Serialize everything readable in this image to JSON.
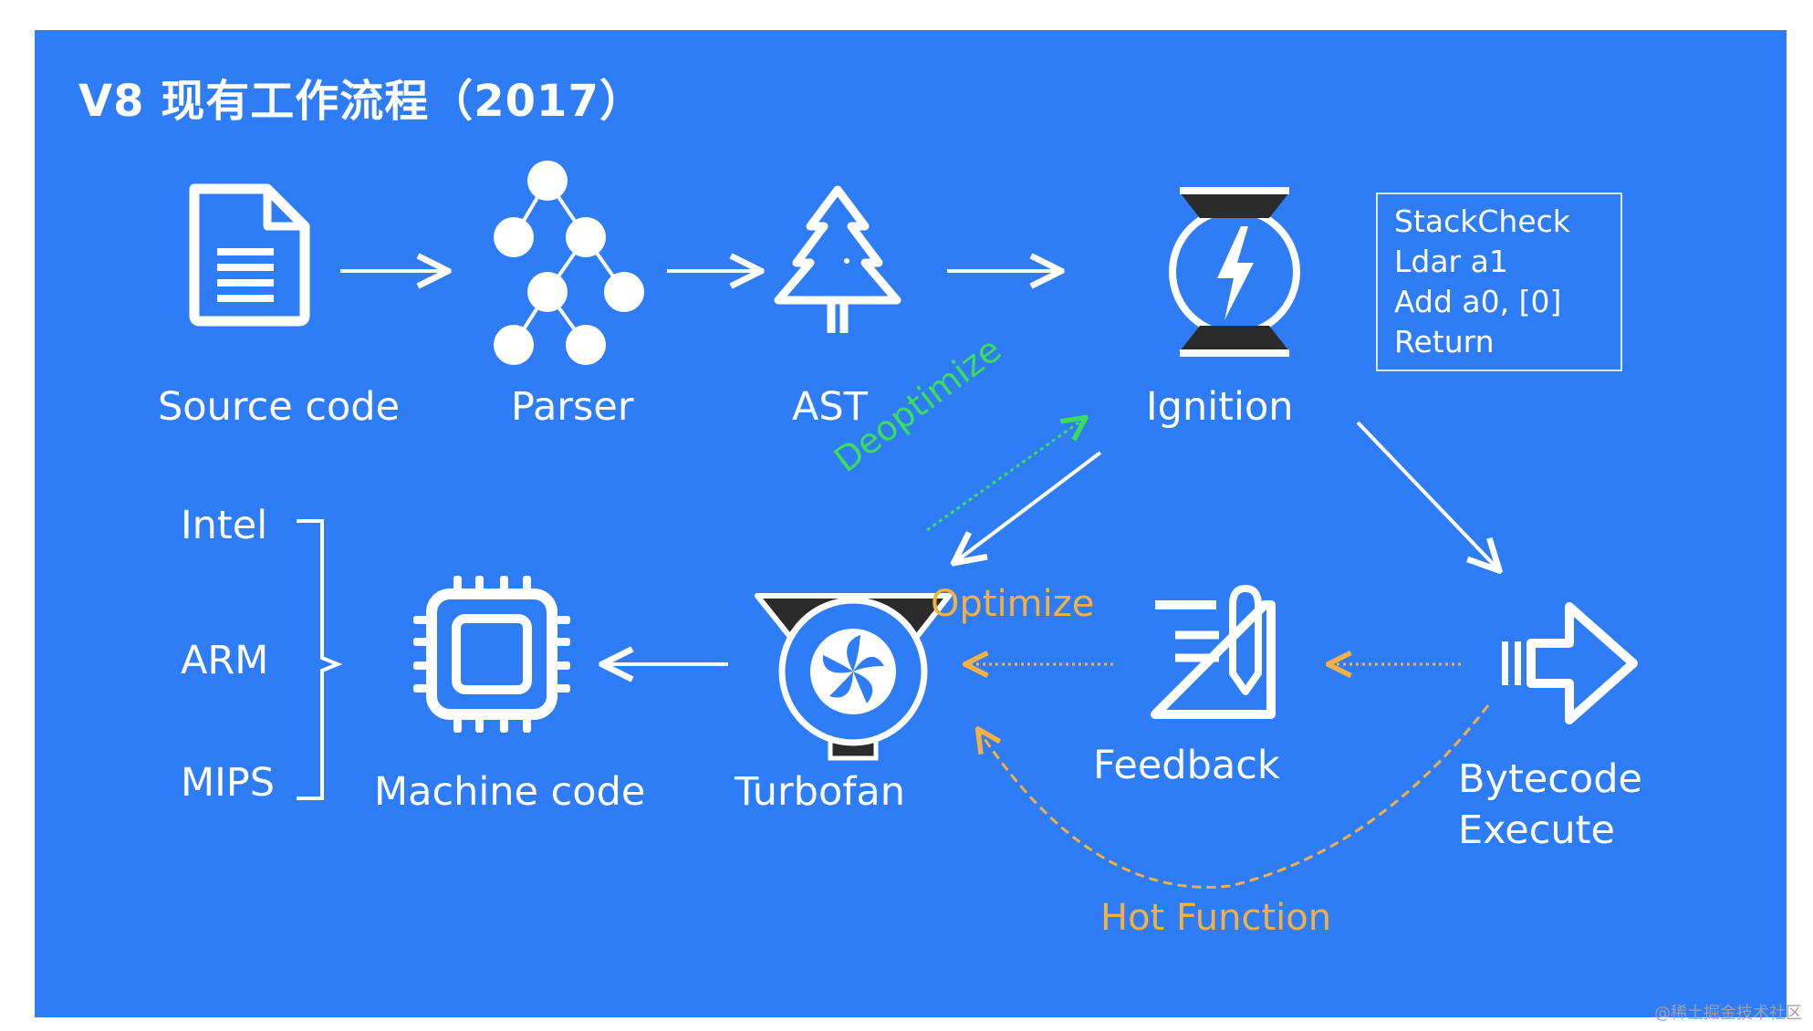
{
  "title": "V8 现有工作流程（2017）",
  "nodes": {
    "source_code": "Source code",
    "parser": "Parser",
    "ast": "AST",
    "ignition": "Ignition",
    "machine_code": "Machine code",
    "turbofan": "Turbofan",
    "feedback": "Feedback",
    "bytecode_line1": "Bytecode",
    "bytecode_line2": "Execute"
  },
  "bytecode_listing": [
    "StackCheck",
    "Ldar a1",
    "Add a0, [0]",
    "Return"
  ],
  "architectures": [
    "Intel",
    "ARM",
    "MIPS"
  ],
  "edge_labels": {
    "deoptimize": "Deoptimize",
    "optimize": "Optimize",
    "hot_function": "Hot Function"
  },
  "watermark": "@稀土掘金技术社区",
  "colors": {
    "background": "#2e7cf6",
    "foreground": "#ffffff",
    "optimize": "#f3b141",
    "deoptimize": "#3ddc5c"
  },
  "icons": {
    "source_code": "document-icon",
    "parser": "node-tree-icon",
    "ast": "pine-tree-icon",
    "ignition": "hourglass-lightning-icon",
    "machine_code": "cpu-chip-icon",
    "turbofan": "turbofan-icon",
    "feedback": "notepad-pen-icon",
    "bytecode_execute": "arrow-execute-icon"
  }
}
